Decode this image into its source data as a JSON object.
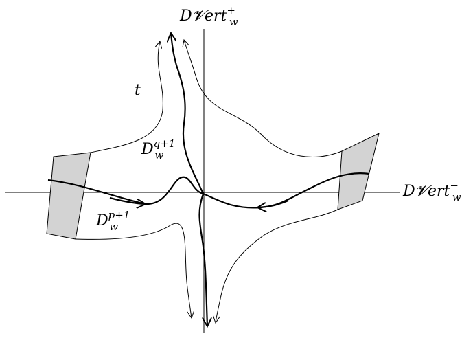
{
  "labels": {
    "vertical_axis": {
      "base": "D𝓥ert",
      "sup": "+",
      "sub": "w"
    },
    "horizontal_axis": {
      "base": "D𝓥ert",
      "sup": "−",
      "sub": "w"
    },
    "t": "t",
    "disk_q": {
      "base": "D",
      "sup": "q+1",
      "sub": "w"
    },
    "disk_p": {
      "base": "D",
      "sup": "p+1",
      "sub": "w"
    }
  },
  "colors": {
    "stroke": "#000000",
    "patch_fill": "#d3d3d3"
  }
}
